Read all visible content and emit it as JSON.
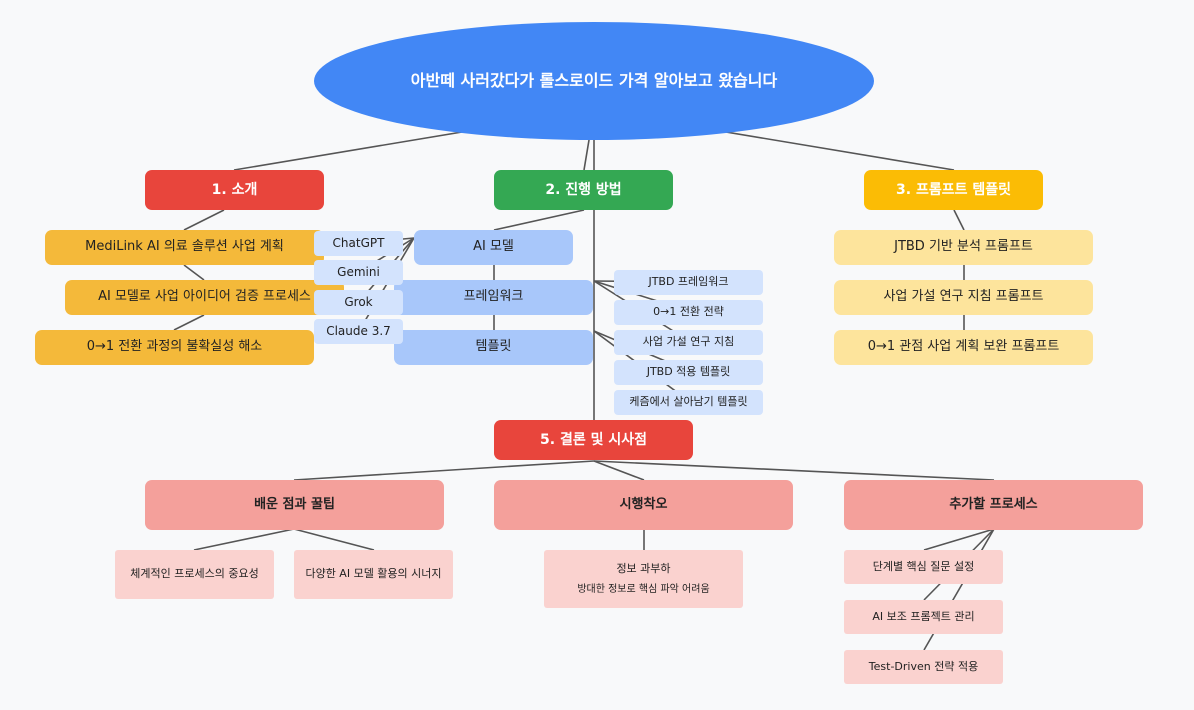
{
  "root": {
    "title": "아반떼 사러갔다가 롤스로이드 가격 알아보고 왔습니다"
  },
  "sections": {
    "intro": {
      "title": "1. 소개",
      "items": [
        "MediLink AI 의료 솔루션 사업 계획",
        "AI 모델로 사업 아이디어 검증 프로세스",
        "0→1 전환 과정의 불확실성 해소"
      ]
    },
    "method": {
      "title": "2. 진행 방법",
      "items": [
        "AI 모델",
        "프레임워크",
        "템플릿"
      ],
      "models": [
        "ChatGPT",
        "Gemini",
        "Grok",
        "Claude 3.7"
      ],
      "frameworks": [
        "JTBD 프레임워크",
        "0→1 전환 전략",
        "사업 가설 연구 지침"
      ],
      "templates": [
        "JTBD 적용 템플릿",
        "케즘에서 살아남기 템플릿"
      ]
    },
    "prompts": {
      "title": "3. 프롬프트 템플릿",
      "items": [
        "JTBD 기반 분석 프롬프트",
        "사업 가설 연구 지침 프롬프트",
        "0→1 관점 사업 계획 보완 프롬프트"
      ]
    },
    "conclusion": {
      "title": "5. 결론 및 시사점",
      "lessons": {
        "title": "배운 점과 꿀팁",
        "items": [
          "체계적인 프로세스의 중요성",
          "다양한 AI 모델 활용의 시너지"
        ]
      },
      "trials": {
        "title": "시행착오",
        "line1": "정보 과부하",
        "line2": "방대한 정보로 핵심 파악 어려움"
      },
      "additional": {
        "title": "추가할 프로세스",
        "items": [
          "단계별 핵심 질문 설정",
          "AI 보조 프롬젝트 관리",
          "Test-Driven 전략 적용"
        ]
      }
    }
  },
  "colors": {
    "root": "#4287f5",
    "intro": "#e8453c",
    "method": "#34a853",
    "prompts": "#fbbc05",
    "conclusion": "#e8453c",
    "intro_items": "#f4b93a",
    "method_items": "#a8c7fa",
    "method_sub": "#d3e3fd",
    "prompt_items": "#fde49c",
    "conclusion_sub": "#f4a09b",
    "conclusion_leaf": "#fad2cf",
    "line": "#555555"
  }
}
